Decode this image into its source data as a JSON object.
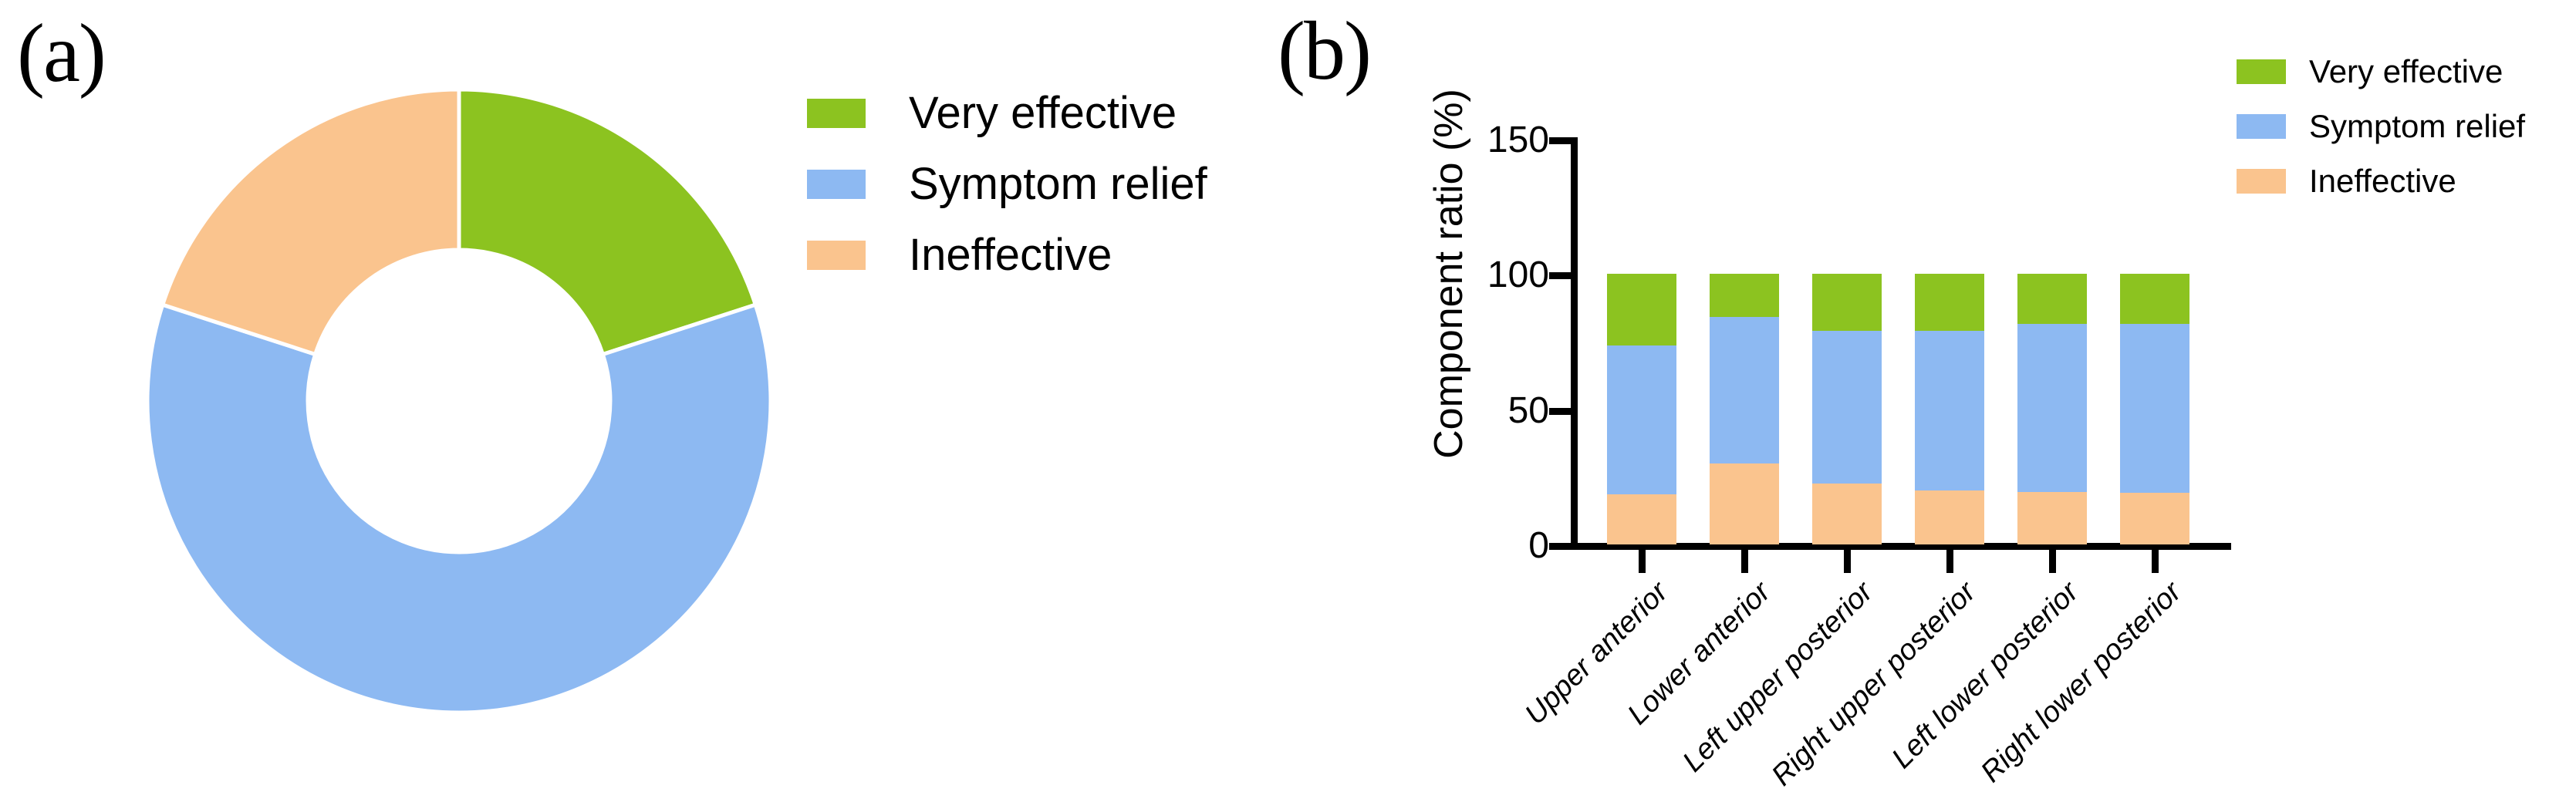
{
  "figure": {
    "panel_a_label": "(a)",
    "panel_b_label": "(b)"
  },
  "colors": {
    "very_effective": "#8cc320",
    "symptom_relief": "#8db9f2",
    "ineffective": "#fac48e",
    "axis": "#000000",
    "separator": "#ffffff"
  },
  "legend_labels": [
    "Very effective",
    "Symptom relief",
    "Ineffective"
  ],
  "chart_data": [
    {
      "type": "pie",
      "subtype": "donut",
      "panel": "a",
      "title": "",
      "labels": [
        "Very effective",
        "Symptom relief",
        "Ineffective"
      ],
      "values": [
        20,
        60,
        20
      ],
      "unit": "percent",
      "color_keys": [
        "very_effective",
        "symptom_relief",
        "ineffective"
      ],
      "start_angle_deg": 0,
      "direction": "clockwise",
      "inner_radius_ratio": 0.485,
      "legend_position": "right"
    },
    {
      "type": "bar",
      "subtype": "stacked",
      "panel": "b",
      "title": "",
      "xlabel": "",
      "ylabel": "Component ratio (%)",
      "ylim": [
        0,
        150
      ],
      "yticks": [
        0,
        50,
        100,
        150
      ],
      "grid": false,
      "legend_position": "top-right",
      "x_tick_label_rotation_deg": 45,
      "categories": [
        "Upper anterior",
        "Lower anterior",
        "Left upper posterior",
        "Right upper posterior",
        "Left lower posterior",
        "Right lower posterior"
      ],
      "series": [
        {
          "name": "Ineffective",
          "color_key": "ineffective",
          "stack_position": "bottom",
          "values": [
            18.5,
            30.0,
            22.5,
            20.0,
            19.5,
            19.0
          ]
        },
        {
          "name": "Symptom relief",
          "color_key": "symptom_relief",
          "stack_position": "middle",
          "values": [
            55.0,
            54.0,
            56.5,
            59.0,
            62.0,
            62.5
          ]
        },
        {
          "name": "Very effective",
          "color_key": "very_effective",
          "stack_position": "top",
          "values": [
            26.5,
            16.0,
            21.0,
            21.0,
            18.5,
            18.5
          ]
        }
      ]
    }
  ]
}
